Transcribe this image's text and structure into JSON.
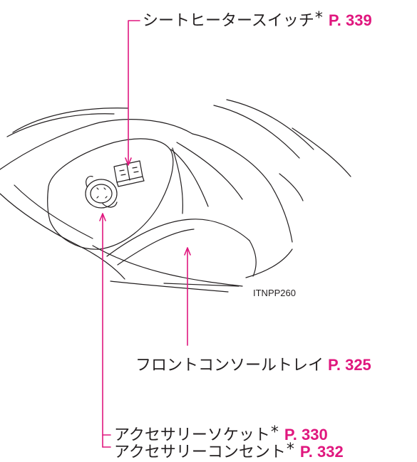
{
  "illustration_code": "ITNPP260",
  "callouts": {
    "seat_heater": {
      "text": "シートヒータースイッチ",
      "asterisk": "*",
      "page": "P. 339"
    },
    "front_console_tray": {
      "text": "フロントコンソールトレイ",
      "page": "P. 325"
    },
    "accessory_socket": {
      "text": "アクセサリーソケット",
      "asterisk": "*",
      "page": "P. 330"
    },
    "accessory_outlet": {
      "text": "アクセサリーコンセント",
      "asterisk": "*",
      "page": "P. 332"
    }
  },
  "colors": {
    "leader_line": "#e0177e",
    "page_reference": "#e0177e",
    "drawing": "#231f20"
  }
}
